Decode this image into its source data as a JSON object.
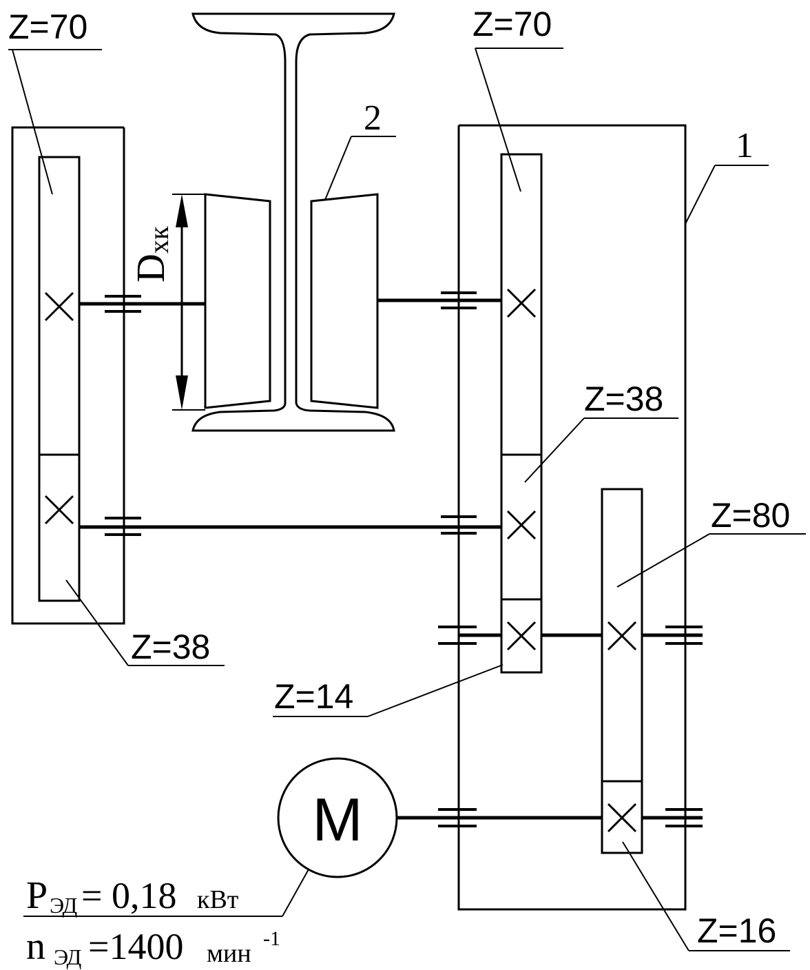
{
  "labels": {
    "z_top_left": "Z=70",
    "z_top_right": "Z=70",
    "z_mid_right": "Z=38",
    "z_80": "Z=80",
    "z_bottom_left": "Z=38",
    "z_14": "Z=14",
    "z_16": "Z=16",
    "part_rail_wheel": "2",
    "part_frame": "1",
    "dim_main": "D",
    "dim_sub": "хк",
    "motor": "M",
    "power_main": "P",
    "power_sub": "ЭД",
    "power_value": "= 0,18",
    "power_unit": "кВт",
    "speed_main": "n",
    "speed_sub": "ЭД",
    "speed_value": "=1400",
    "speed_unit": "мин",
    "speed_exp": "-1"
  }
}
